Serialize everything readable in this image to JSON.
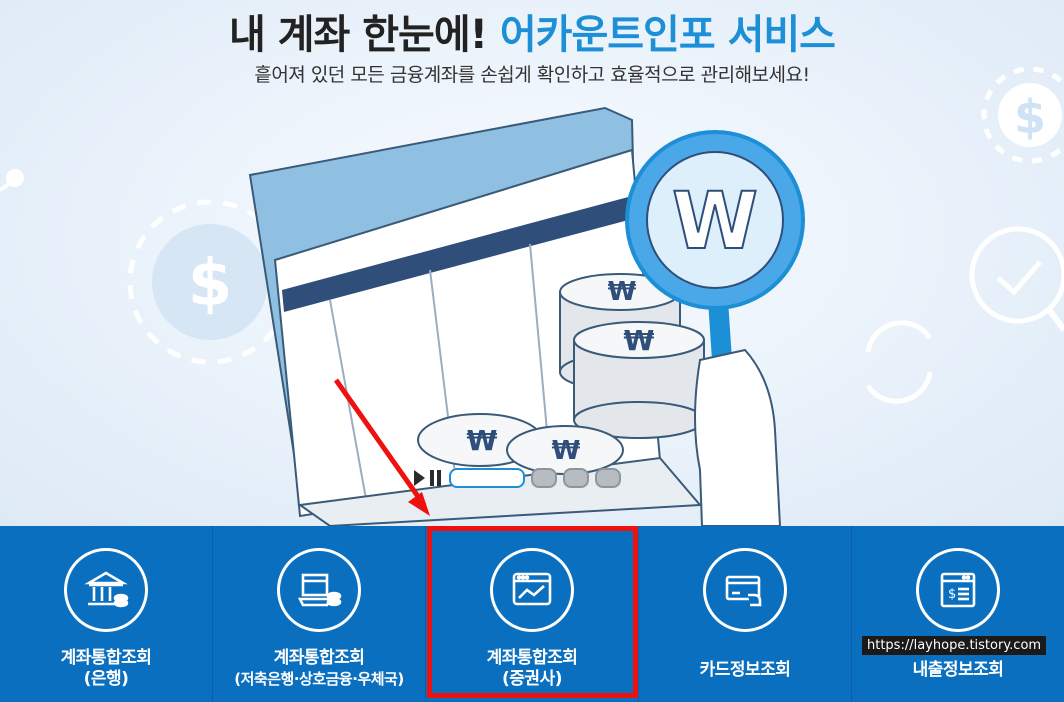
{
  "hero": {
    "title_part1": "내 계좌 한눈에!",
    "title_part2": "어카운트인포 서비스",
    "subtitle": "흩어져 있던 모든 금융계좌를 손쉽게 확인하고 효율적으로 관리해보세요!"
  },
  "slider": {
    "total": 4,
    "active_index": 1
  },
  "menu": [
    {
      "icon": "bank-icon",
      "line1": "계좌통합조회",
      "line2": "(은행)"
    },
    {
      "icon": "savings-bank-icon",
      "line1": "계좌통합조회",
      "line2": "(저축은행·상호금융·우체국)"
    },
    {
      "icon": "stock-chart-icon",
      "line1": "계좌통합조회",
      "line2": "(증권사)"
    },
    {
      "icon": "card-icon",
      "line1": "카드정보조회",
      "line2": ""
    },
    {
      "icon": "statement-icon",
      "line1": "내출정보조회",
      "line2": ""
    }
  ],
  "watermark": "https://layhope.tistory.com",
  "colors": {
    "menu_bg": "#0a6fbf",
    "title_accent": "#1c8fd6",
    "highlight_red": "#ef1010"
  }
}
